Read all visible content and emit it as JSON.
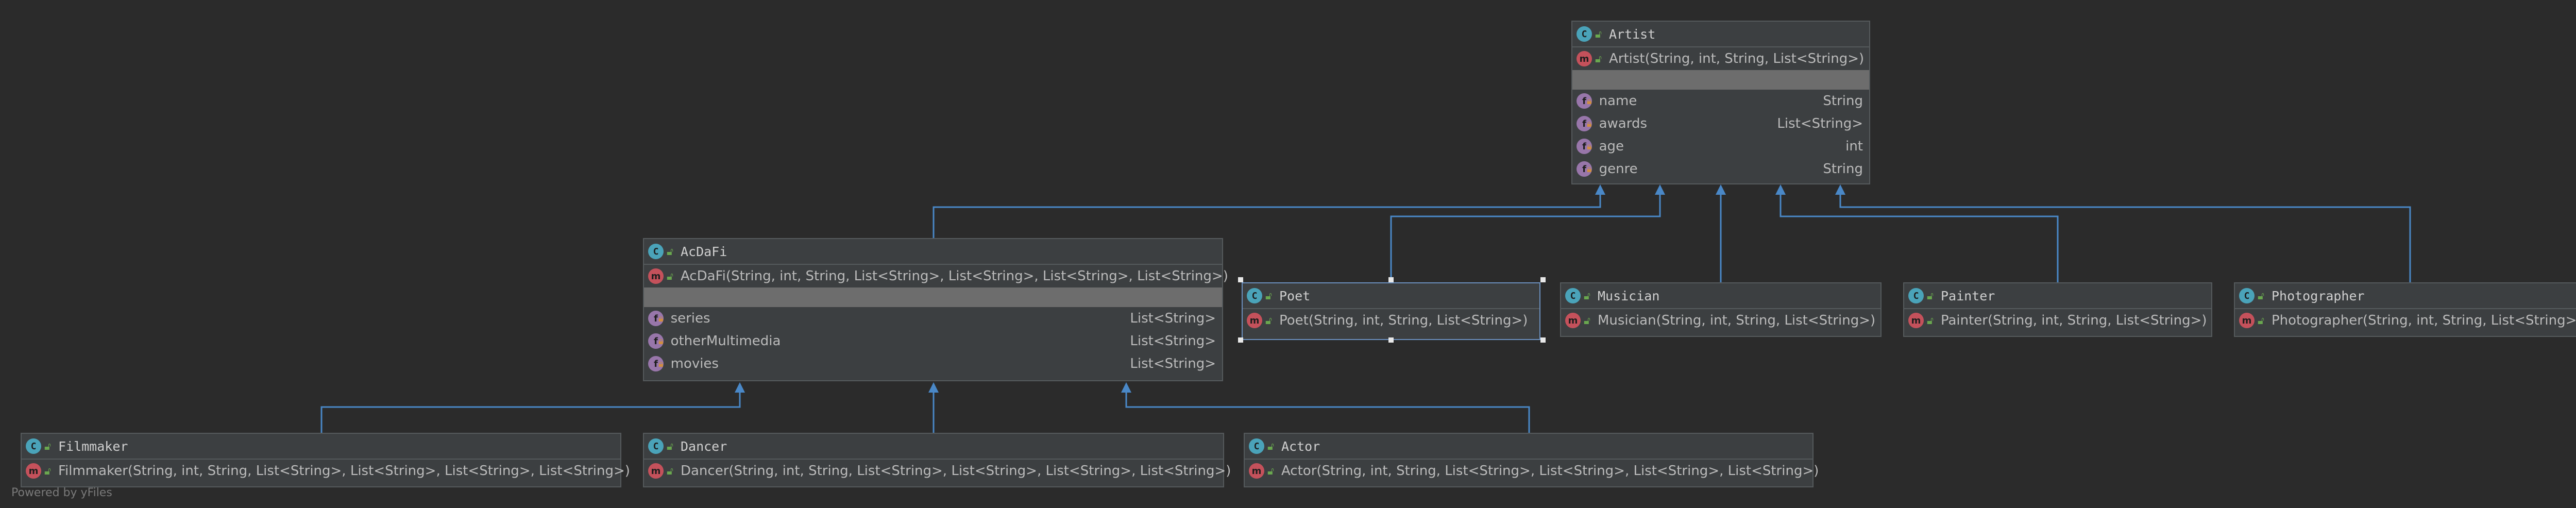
{
  "colors": {
    "background": "#2b2b2b",
    "edge": "#4a88c7",
    "class_icon": "#4aa3b9",
    "method_icon": "#c4515b",
    "field_icon": "#9876aa"
  },
  "icons": {
    "class": "class-icon",
    "method": "method-icon",
    "field": "field-icon",
    "public": "public-visibility-icon"
  },
  "icon_letters": {
    "class": "C",
    "method": "m",
    "field": "f"
  },
  "nodes": {
    "artist": {
      "name": "Artist",
      "constructor": "Artist(String, int, String, List<String>)",
      "fields": [
        {
          "name": "name",
          "type": "String"
        },
        {
          "name": "awards",
          "type": "List<String>"
        },
        {
          "name": "age",
          "type": "int"
        },
        {
          "name": "genre",
          "type": "String"
        }
      ]
    },
    "acdafi": {
      "name": "AcDaFi",
      "constructor": "AcDaFi(String, int, String, List<String>, List<String>, List<String>, List<String>)",
      "fields": [
        {
          "name": "series",
          "type": "List<String>"
        },
        {
          "name": "otherMultimedia",
          "type": "List<String>"
        },
        {
          "name": "movies",
          "type": "List<String>"
        }
      ]
    },
    "poet": {
      "name": "Poet",
      "constructor": "Poet(String, int, String, List<String>)"
    },
    "musician": {
      "name": "Musician",
      "constructor": "Musician(String, int, String, List<String>)"
    },
    "painter": {
      "name": "Painter",
      "constructor": "Painter(String, int, String, List<String>)"
    },
    "photographer": {
      "name": "Photographer",
      "constructor": "Photographer(String, int, String, List<String>)"
    },
    "filmmaker": {
      "name": "Filmmaker",
      "constructor": "Filmmaker(String, int, String, List<String>, List<String>, List<String>, List<String>)"
    },
    "dancer": {
      "name": "Dancer",
      "constructor": "Dancer(String, int, String, List<String>, List<String>, List<String>, List<String>)"
    },
    "actor": {
      "name": "Actor",
      "constructor": "Actor(String, int, String, List<String>, List<String>, List<String>, List<String>)"
    }
  },
  "edges": [
    {
      "from": "acdafi",
      "to": "artist"
    },
    {
      "from": "poet",
      "to": "artist"
    },
    {
      "from": "musician",
      "to": "artist"
    },
    {
      "from": "painter",
      "to": "artist"
    },
    {
      "from": "photographer",
      "to": "artist"
    },
    {
      "from": "filmmaker",
      "to": "acdafi"
    },
    {
      "from": "dancer",
      "to": "acdafi"
    },
    {
      "from": "actor",
      "to": "acdafi"
    }
  ],
  "footer": {
    "watermark": "Powered by yFiles"
  }
}
